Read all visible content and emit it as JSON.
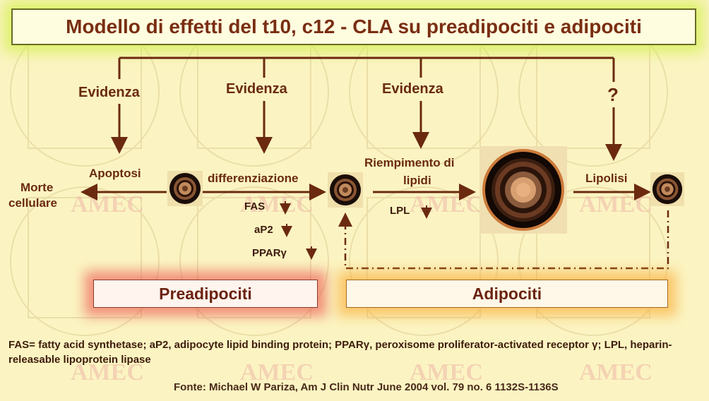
{
  "title": "Modello di effetti del t10, c12 - CLA su preadipociti e adipociti",
  "watermark": "AMEC",
  "evidence": [
    "Evidenza",
    "Evidenza",
    "Evidenza",
    "?"
  ],
  "labels": {
    "apoptosis": "Apoptosi",
    "death_line1": "Morte",
    "death_line2": "cellulare",
    "differentiation": "differenziazione",
    "filling_line1": "Riempimento di",
    "filling_line2": "lipidi",
    "lipolysis": "Lipolisi",
    "lpl": "LPL",
    "fas": "FAS",
    "ap2": "aP2",
    "ppar": "PPARγ"
  },
  "groups": {
    "preadipocytes": "Preadipociti",
    "adipocytes": "Adipociti"
  },
  "footnote": "FAS= fatty acid synthetase; aP2, adipocyte lipid binding protein; PPARγ, peroxisome proliferator-activated receptor γ; LPL,  heparin-releasable lipoprotein lipase",
  "source": "Fonte: Michael W Pariza, Am J Clin Nutr June 2004 vol. 79 no. 6 1132S-1136S",
  "colors": {
    "arrow": "#6b2a10",
    "title_text": "#7a2e12",
    "title_glow": "#d7f05a",
    "pre_glow": "#eb504b",
    "adi_glow": "#faaf3c",
    "background": "#fbf4c2"
  }
}
